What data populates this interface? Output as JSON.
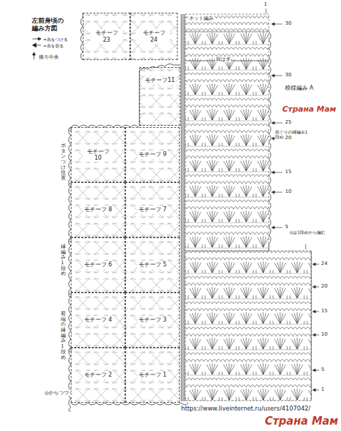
{
  "diagram": {
    "title": "左前身頃の 編み方図",
    "nodes": [
      {
        "text": [
          "モチーフ 23"
        ]
      },
      {
        "text": [
          "モチーフ 24"
        ]
      },
      {
        "text": [
          "モチーフ11"
        ]
      },
      {
        "text": [
          "モチーフ 10"
        ]
      },
      {
        "text": [
          "モチーフ 9"
        ]
      },
      {
        "text": [
          "モチーフ 8"
        ]
      },
      {
        "text": [
          "モチーフ 7"
        ]
      },
      {
        "text": [
          "モチーフ 6"
        ]
      },
      {
        "text": [
          "モチーフ 5"
        ]
      },
      {
        "text": [
          "モチーフ 4"
        ]
      },
      {
        "text": [
          "モチーフ 3"
        ]
      },
      {
        "text": [
          "モチーフ 2"
        ]
      },
      {
        "text": [
          "モチーフ 1"
        ]
      }
    ],
    "labels": [
      "後ろ中央",
      "ボタンつけ位置",
      "縁編み1段め",
      "前端の縁編み1段め",
      "◎からつづく",
      "ネット編み",
      "肩はぎ",
      "模様編み A",
      "前ぐりの縁編み1段め",
      "◎は1段めから編む",
      "1",
      "30",
      "30",
      "25",
      "20",
      "15",
      "10",
      "5",
      "24",
      "20",
      "15",
      "10",
      "5",
      "1",
      "https://www.liveinternet.ru/users/4107042/",
      "Страна Мам",
      "Страна Мам"
    ],
    "legend": [
      {
        "text": "=糸をつける"
      },
      {
        "text": "=糸を切る"
      }
    ]
  }
}
